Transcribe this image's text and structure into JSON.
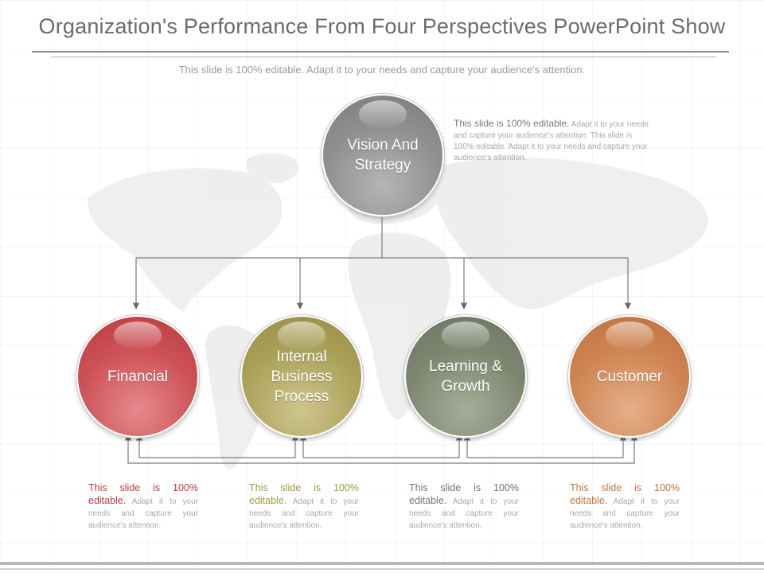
{
  "title": "Organization's Performance From Four Perspectives PowerPoint Show",
  "subtitle": "This slide is 100% editable. Adapt it to your needs and capture your audience's attention.",
  "center_node": {
    "label": "Vision And Strategy",
    "note_lead": "This slide is 100% editable.",
    "note_body": " Adapt it to your needs and capture your audience's attention. This slide is 100% editable. Adapt it to your needs and capture your audience's attention."
  },
  "nodes": [
    {
      "label": "Financial",
      "color": "#cd5155",
      "note_lead": "This slide is 100% editable.",
      "note_body": " Adapt it to your needs and capture your audience's attention."
    },
    {
      "label": "Internal Business Process",
      "color": "#aba25a",
      "note_lead": "This slide is 100% editable.",
      "note_body": " Adapt it to your needs and capture your audience's attention."
    },
    {
      "label": "Learning & Growth",
      "color": "#7d8770",
      "note_lead": "This slide is 100% editable.",
      "note_body": " Adapt it to your needs and capture your audience's attention."
    },
    {
      "label": "Customer",
      "color": "#cf8452",
      "note_lead": "This slide is 100% editable.",
      "note_body": " Adapt it to your needs and capture your audience's attention."
    }
  ]
}
